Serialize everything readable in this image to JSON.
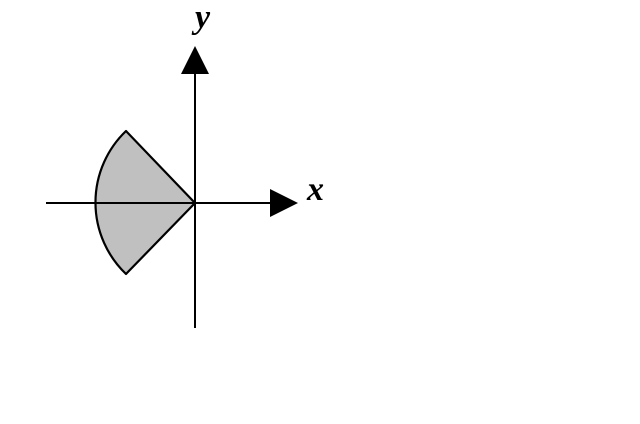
{
  "labels": {
    "x_axis": "x",
    "y_axis": "y"
  },
  "region": {
    "shape": "circular-sector",
    "opening_direction": "negative-x",
    "start_angle_deg": 135,
    "end_angle_deg": 225
  },
  "colors": {
    "region_fill": "#c0c0c0",
    "stroke": "#000000",
    "background": "#ffffff"
  }
}
